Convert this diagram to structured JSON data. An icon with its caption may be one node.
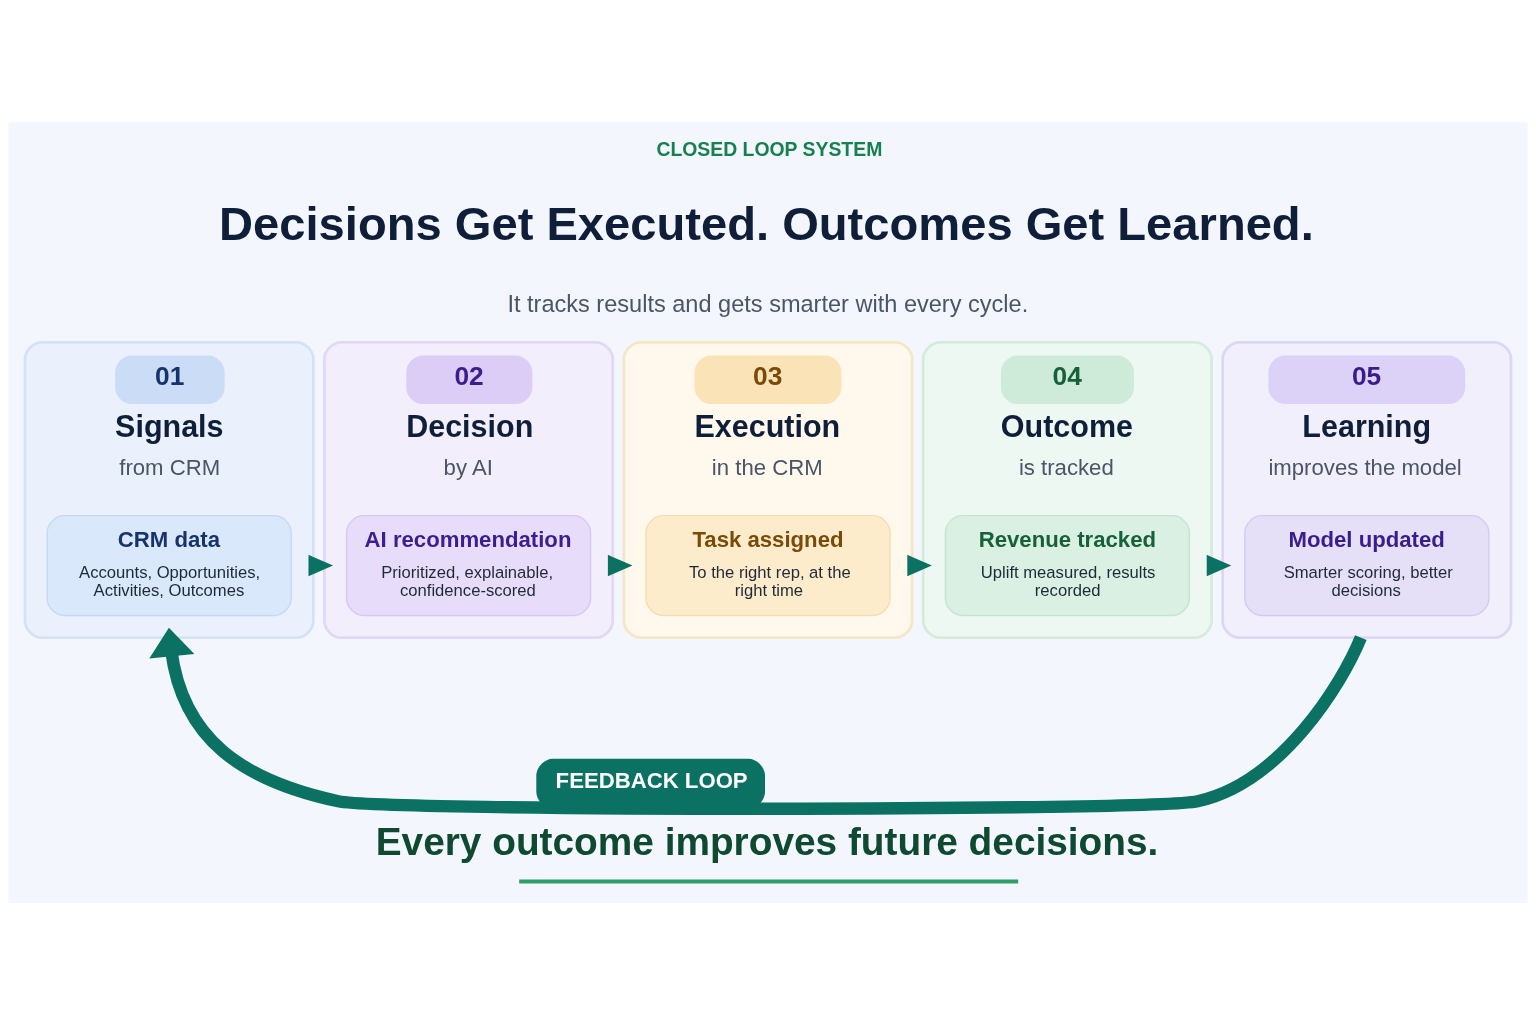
{
  "diagram": {
    "title": "Decisions Get Executed. Outcomes Get Learned.",
    "caption": "Every outcome improves future decisions.",
    "nodes": [
      {
        "text": [
          "01",
          "Signals",
          "from CRM"
        ]
      },
      {
        "text": [
          "CRM data",
          "Accounts, Opportunities, Activities, Outcomes"
        ],
        "in": 0
      },
      {
        "text": [
          "02",
          "Decision",
          "by AI"
        ]
      },
      {
        "text": [
          "AI recommendation",
          "Prioritized, explainable, confidence-scored"
        ],
        "in": 2
      },
      {
        "text": [
          "03",
          "Execution",
          "in the CRM"
        ]
      },
      {
        "text": [
          "Task assigned",
          "To the right rep, at the right time"
        ],
        "in": 4
      },
      {
        "text": [
          "04",
          "Outcome",
          "is tracked"
        ]
      },
      {
        "text": [
          "Revenue tracked",
          "Uplift measured, results recorded"
        ],
        "in": 6
      },
      {
        "text": [
          "05",
          "Learning",
          "improves the model"
        ]
      },
      {
        "text": [
          "Model updated",
          "Smarter scoring, better decisions"
        ],
        "in": 8
      }
    ],
    "edges": [
      {
        "from": 0,
        "to": 2,
        "arrow": "to"
      },
      {
        "from": 2,
        "to": 4,
        "arrow": "to"
      },
      {
        "from": 4,
        "to": 6,
        "arrow": "to"
      },
      {
        "from": 6,
        "to": 8,
        "arrow": "to"
      },
      {
        "from": 8,
        "to": 0,
        "arrow": "to",
        "label": "FEEDBACK LOOP",
        "style": "thick"
      }
    ],
    "labels": [
      "CLOSED LOOP SYSTEM",
      "It tracks results and gets smarter with every cycle."
    ]
  }
}
